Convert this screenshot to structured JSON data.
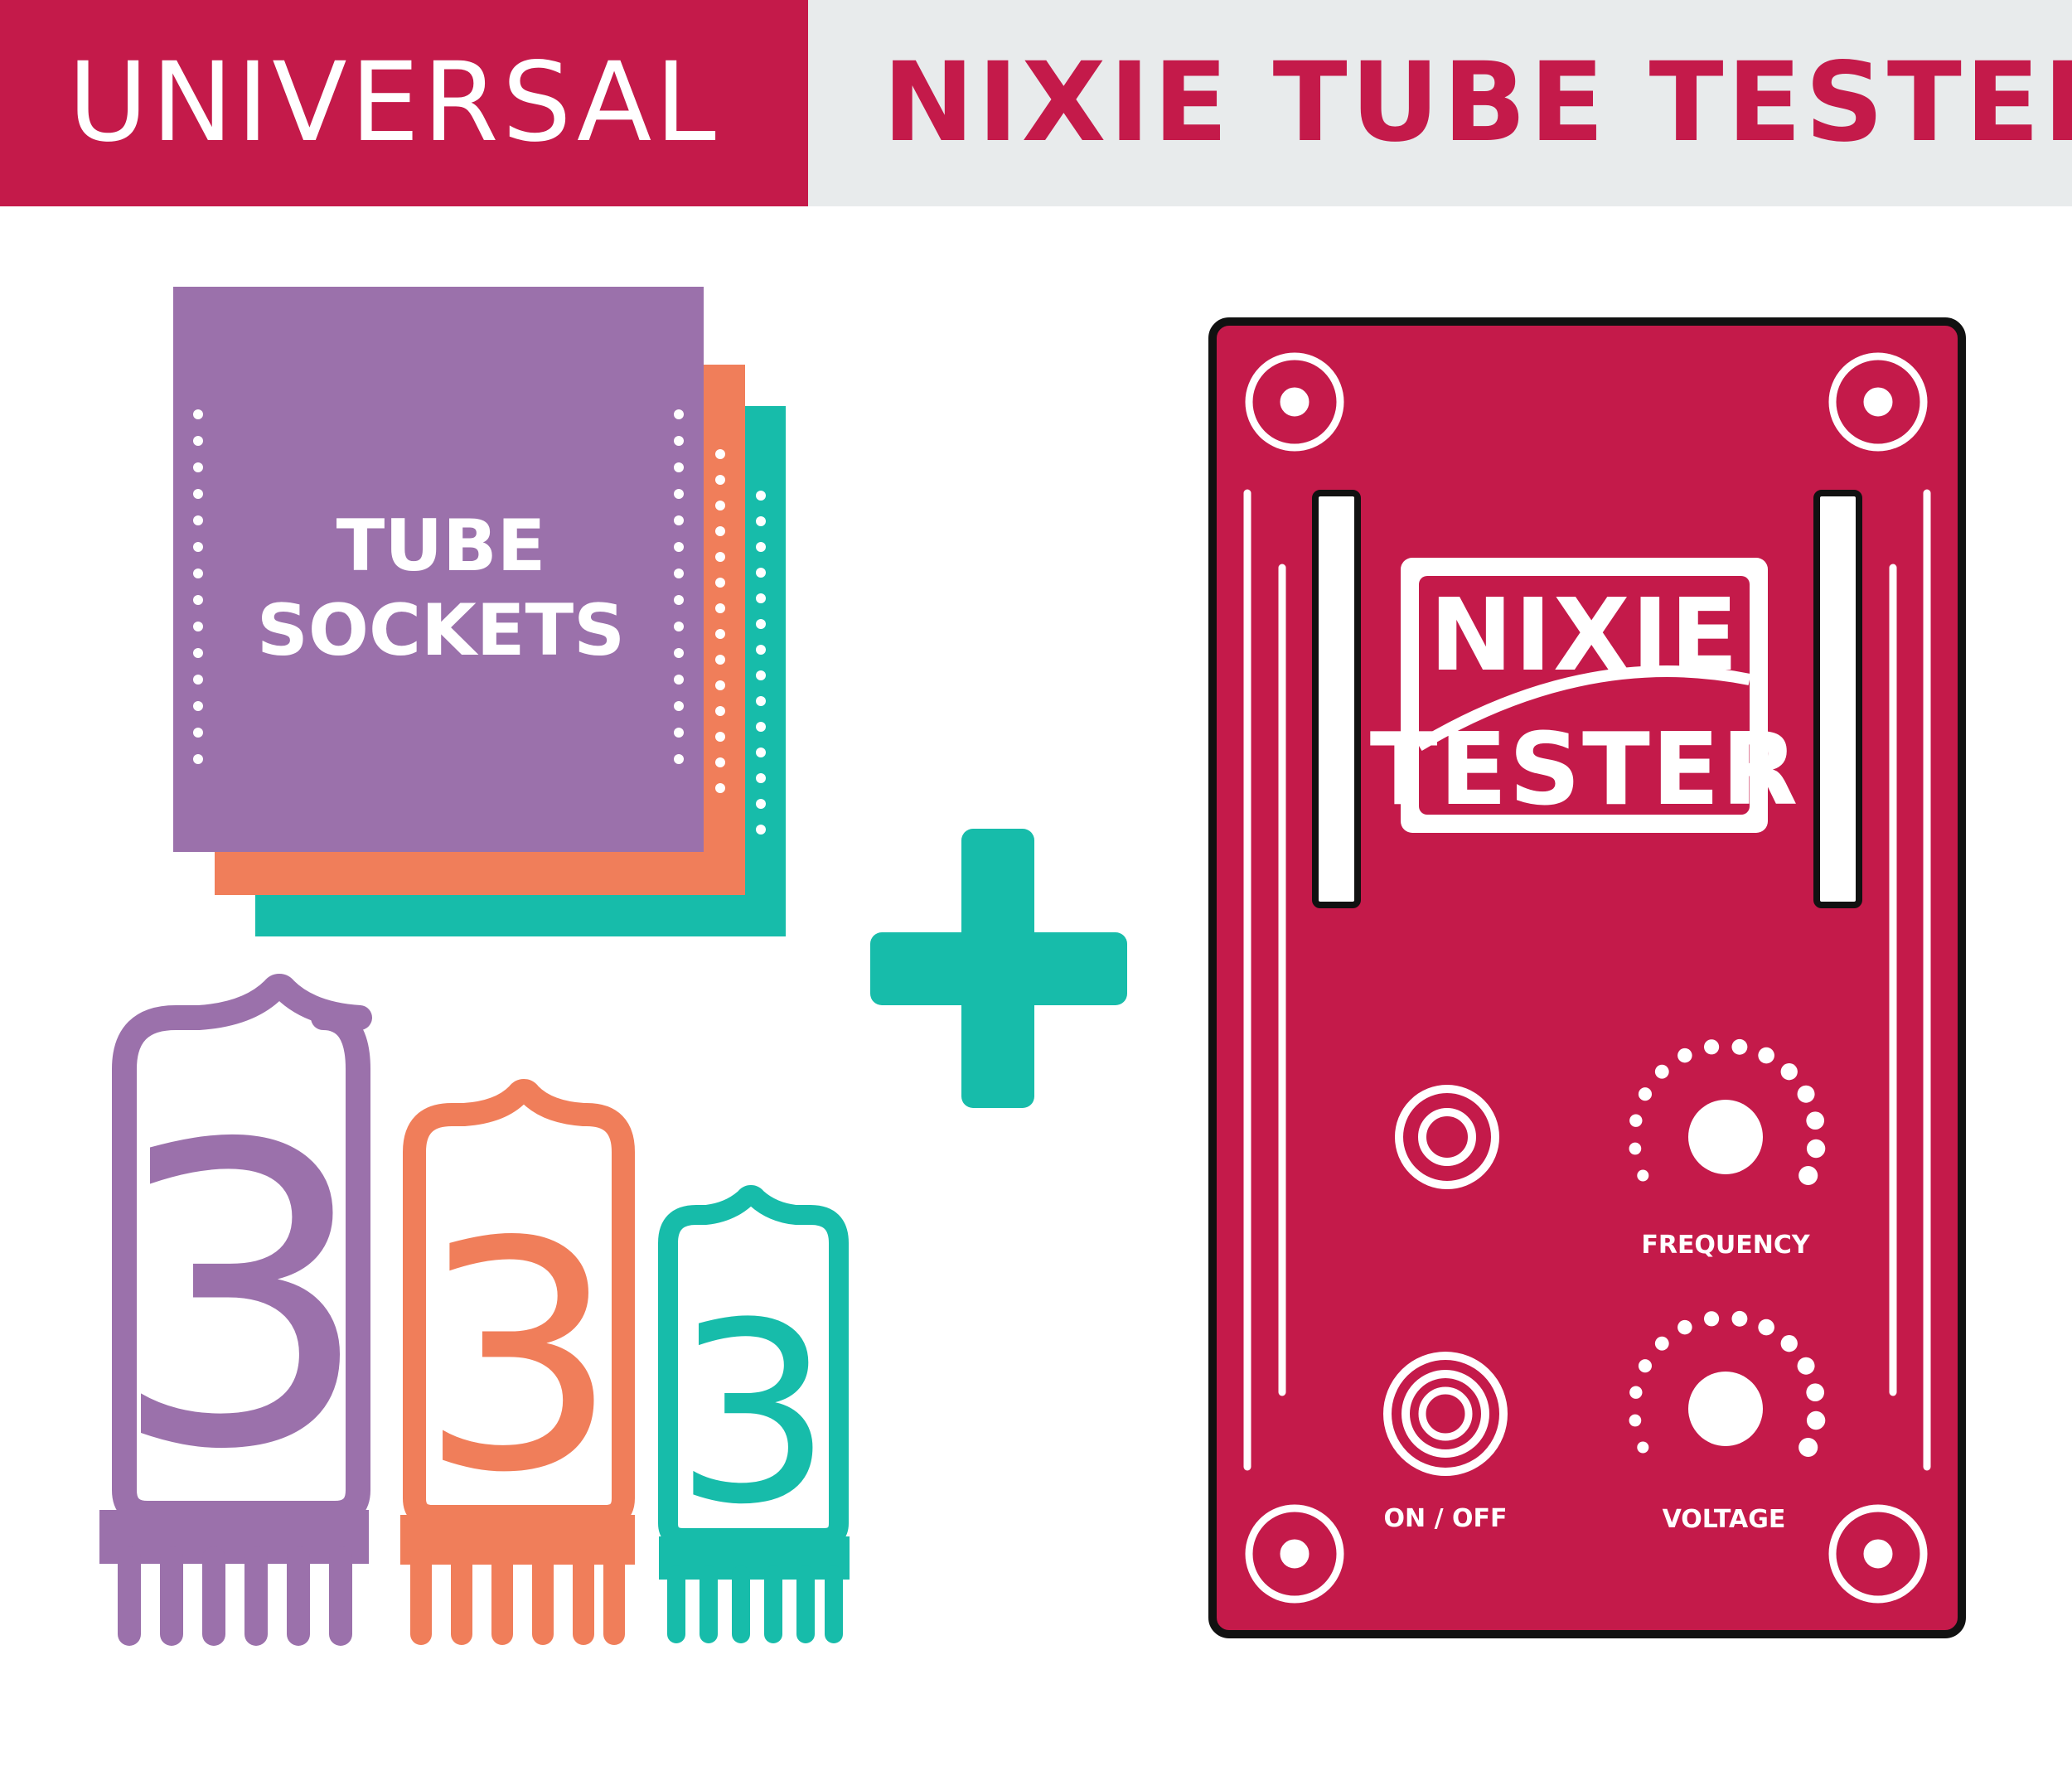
{
  "header": {
    "left_title": "UNIVERSAL",
    "right_title": "NIXIE TUBE TESTER"
  },
  "sockets_card": {
    "line1": "TUBE",
    "line2": "SOCKETS"
  },
  "tubes": {
    "digit": "3"
  },
  "tester_panel": {
    "logo_line1": "NIXIE",
    "logo_line2": "TESTER",
    "frequency_label": "FREQUENCY",
    "voltage_label": "VOLTAGE",
    "power_label": "ON / OFF"
  },
  "colors": {
    "brand_red": "#C41A4A",
    "header_gray": "#E8EBEC",
    "purple": "#9B71AB",
    "orange": "#F07E5A",
    "teal": "#17BCAA"
  }
}
